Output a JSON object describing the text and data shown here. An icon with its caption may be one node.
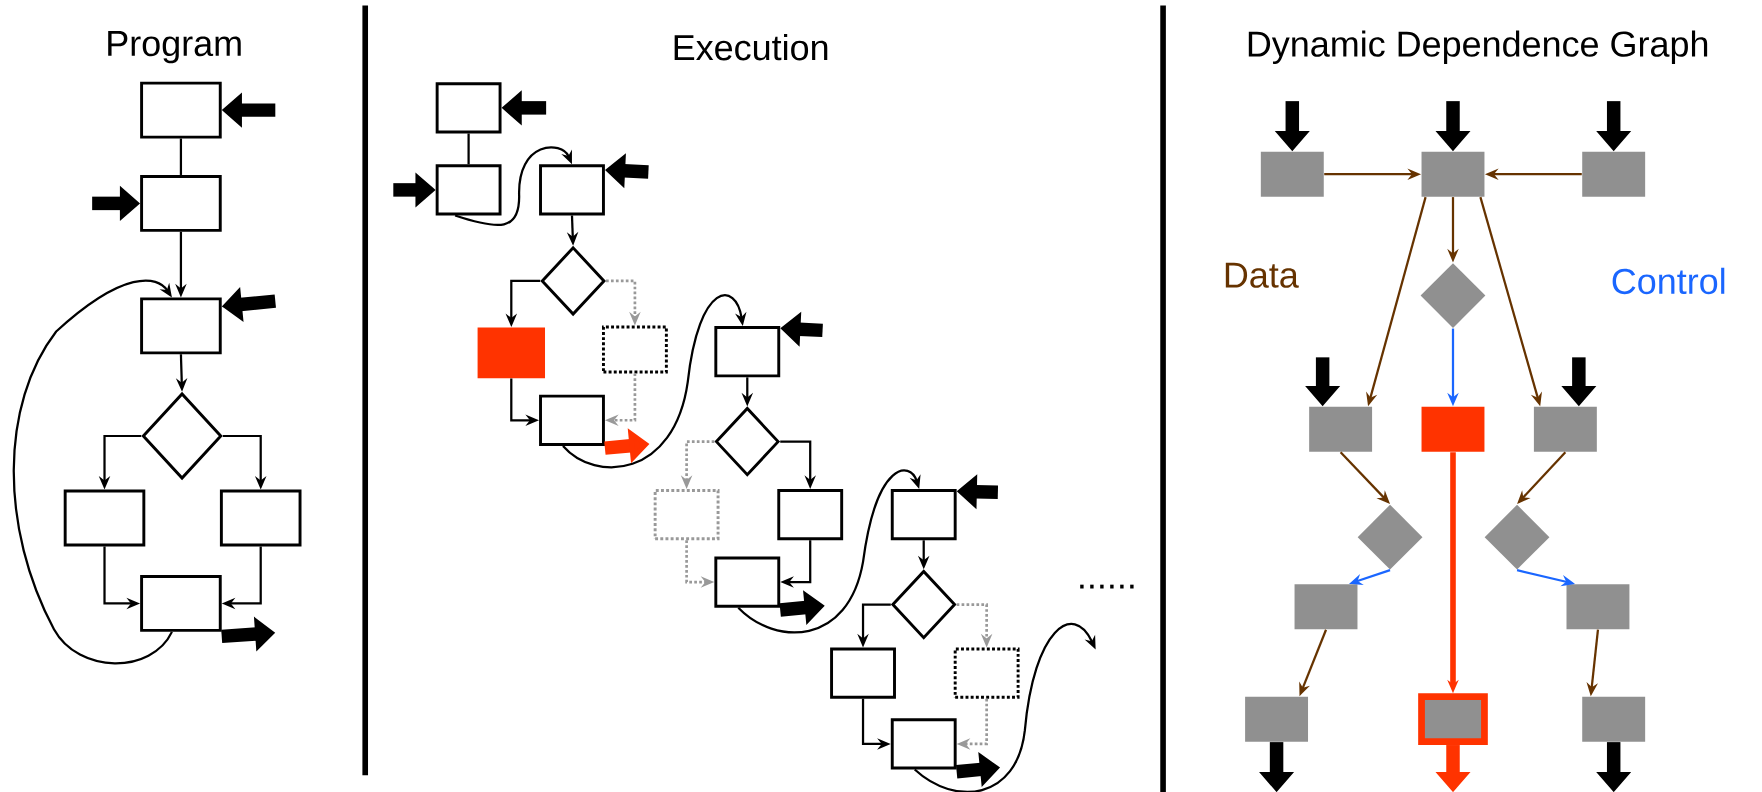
{
  "diagram": {
    "nodes": [
      {
        "text": [],
        "shape": "box"
      },
      {
        "text": [],
        "shape": "box"
      },
      {
        "text": [],
        "shape": "box"
      },
      {
        "text": [],
        "shape": "diamond"
      },
      {
        "text": [],
        "shape": "box"
      },
      {
        "text": [],
        "shape": "box"
      },
      {
        "text": [],
        "shape": "box"
      },
      {
        "text": [],
        "shape": "box"
      },
      {
        "text": [],
        "shape": "box"
      },
      {
        "text": [],
        "shape": "box"
      },
      {
        "text": [],
        "shape": "diamond"
      },
      {
        "text": [],
        "shape": "box"
      },
      {
        "text": [],
        "shape": "box"
      },
      {
        "text": [],
        "shape": "box"
      },
      {
        "text": [],
        "shape": "box"
      },
      {
        "text": [],
        "shape": "diamond"
      },
      {
        "text": [],
        "shape": "box"
      },
      {
        "text": [],
        "shape": "box"
      },
      {
        "text": [],
        "shape": "box"
      },
      {
        "text": [],
        "shape": "box"
      },
      {
        "text": [],
        "shape": "diamond"
      },
      {
        "text": [],
        "shape": "box"
      },
      {
        "text": [],
        "shape": "box"
      },
      {
        "text": [],
        "shape": "box"
      },
      {
        "text": [],
        "shape": "box"
      },
      {
        "text": [],
        "shape": "box"
      },
      {
        "text": [],
        "shape": "box"
      },
      {
        "text": [],
        "shape": "diamond"
      },
      {
        "text": [],
        "shape": "box"
      },
      {
        "text": [],
        "shape": "box"
      },
      {
        "text": [],
        "shape": "box"
      },
      {
        "text": [],
        "shape": "diamond"
      },
      {
        "text": [],
        "shape": "diamond"
      },
      {
        "text": [],
        "shape": "box"
      },
      {
        "text": [],
        "shape": "box"
      },
      {
        "text": [],
        "shape": "box"
      },
      {
        "text": [],
        "shape": "box"
      },
      {
        "text": [],
        "shape": "box"
      }
    ],
    "edges": [
      {
        "from": 0,
        "to": 1,
        "arrow": "none"
      },
      {
        "from": 1,
        "to": 2,
        "arrow": "to"
      },
      {
        "from": 2,
        "to": 3,
        "arrow": "to"
      },
      {
        "from": 3,
        "to": 4,
        "arrow": "to"
      },
      {
        "from": 3,
        "to": 5,
        "arrow": "to"
      },
      {
        "from": 4,
        "to": 6,
        "arrow": "to"
      },
      {
        "from": 5,
        "to": 6,
        "arrow": "to"
      },
      {
        "from": 6,
        "to": 2,
        "arrow": "to"
      },
      {
        "from": null,
        "to": 0,
        "arrow": "to",
        "style": "thick"
      },
      {
        "from": null,
        "to": 1,
        "arrow": "to",
        "style": "thick"
      },
      {
        "from": null,
        "to": 2,
        "arrow": "to",
        "style": "thick"
      },
      {
        "from": 6,
        "to": null,
        "arrow": "to",
        "style": "thick"
      },
      {
        "from": 7,
        "to": 8,
        "arrow": "none"
      },
      {
        "from": 8,
        "to": 9,
        "arrow": "to"
      },
      {
        "from": 9,
        "to": 10,
        "arrow": "to"
      },
      {
        "from": 10,
        "to": 11,
        "arrow": "to"
      },
      {
        "from": 10,
        "to": 12,
        "arrow": "to",
        "style": "dashed",
        "color": "#999999"
      },
      {
        "from": 11,
        "to": 13,
        "arrow": "to"
      },
      {
        "from": 12,
        "to": 13,
        "arrow": "to",
        "style": "dashed",
        "color": "#999999"
      },
      {
        "from": 13,
        "to": 14,
        "arrow": "to"
      },
      {
        "from": 14,
        "to": 15,
        "arrow": "to"
      },
      {
        "from": 15,
        "to": 16,
        "arrow": "to",
        "style": "dashed",
        "color": "#999999"
      },
      {
        "from": 15,
        "to": 17,
        "arrow": "to"
      },
      {
        "from": 16,
        "to": 18,
        "arrow": "to",
        "style": "dashed",
        "color": "#999999"
      },
      {
        "from": 17,
        "to": 18,
        "arrow": "to"
      },
      {
        "from": 18,
        "to": 19,
        "arrow": "to"
      },
      {
        "from": 19,
        "to": 20,
        "arrow": "to"
      },
      {
        "from": 20,
        "to": 21,
        "arrow": "to"
      },
      {
        "from": 20,
        "to": 22,
        "arrow": "to",
        "style": "dashed",
        "color": "#999999"
      },
      {
        "from": 21,
        "to": 23,
        "arrow": "to"
      },
      {
        "from": 22,
        "to": 23,
        "arrow": "to",
        "style": "dashed",
        "color": "#999999"
      },
      {
        "from": 23,
        "to": null,
        "arrow": "to"
      },
      {
        "from": null,
        "to": 7,
        "arrow": "to",
        "style": "thick"
      },
      {
        "from": null,
        "to": 8,
        "arrow": "to",
        "style": "thick"
      },
      {
        "from": null,
        "to": 9,
        "arrow": "to",
        "style": "thick"
      },
      {
        "from": 13,
        "to": null,
        "arrow": "to",
        "style": "thick",
        "color": "#ff3300"
      },
      {
        "from": null,
        "to": 14,
        "arrow": "to",
        "style": "thick"
      },
      {
        "from": 18,
        "to": null,
        "arrow": "to",
        "style": "thick"
      },
      {
        "from": null,
        "to": 19,
        "arrow": "to",
        "style": "thick"
      },
      {
        "from": 23,
        "to": null,
        "arrow": "to",
        "style": "thick"
      },
      {
        "from": 24,
        "to": 25,
        "arrow": "to",
        "color": "#663300"
      },
      {
        "from": 26,
        "to": 25,
        "arrow": "to",
        "color": "#663300"
      },
      {
        "from": 25,
        "to": 27,
        "arrow": "to",
        "color": "#663300"
      },
      {
        "from": 25,
        "to": 28,
        "arrow": "to",
        "color": "#663300"
      },
      {
        "from": 25,
        "to": 30,
        "arrow": "to",
        "color": "#663300"
      },
      {
        "from": 27,
        "to": 29,
        "arrow": "to",
        "color": "#1a66ff"
      },
      {
        "from": 28,
        "to": 31,
        "arrow": "to",
        "color": "#663300"
      },
      {
        "from": 30,
        "to": 32,
        "arrow": "to",
        "color": "#663300"
      },
      {
        "from": 31,
        "to": 33,
        "arrow": "to",
        "color": "#1a66ff"
      },
      {
        "from": 32,
        "to": 34,
        "arrow": "to",
        "color": "#1a66ff"
      },
      {
        "from": 33,
        "to": 35,
        "arrow": "to",
        "color": "#663300"
      },
      {
        "from": 34,
        "to": 37,
        "arrow": "to",
        "color": "#663300"
      },
      {
        "from": 29,
        "to": 36,
        "arrow": "to",
        "style": "thick",
        "color": "#ff3300"
      },
      {
        "from": null,
        "to": 24,
        "arrow": "to",
        "style": "thick"
      },
      {
        "from": null,
        "to": 25,
        "arrow": "to",
        "style": "thick"
      },
      {
        "from": null,
        "to": 26,
        "arrow": "to",
        "style": "thick"
      },
      {
        "from": null,
        "to": 28,
        "arrow": "to",
        "style": "thick"
      },
      {
        "from": null,
        "to": 30,
        "arrow": "to",
        "style": "thick"
      },
      {
        "from": 35,
        "to": null,
        "arrow": "to",
        "style": "thick"
      },
      {
        "from": 36,
        "to": null,
        "arrow": "to",
        "style": "thick",
        "color": "#ff3300"
      },
      {
        "from": 37,
        "to": null,
        "arrow": "to",
        "style": "thick"
      }
    ],
    "labels": [
      "Program",
      "Execution",
      "Dynamic Dependence Graph",
      "Data",
      "Control",
      "......"
    ]
  }
}
